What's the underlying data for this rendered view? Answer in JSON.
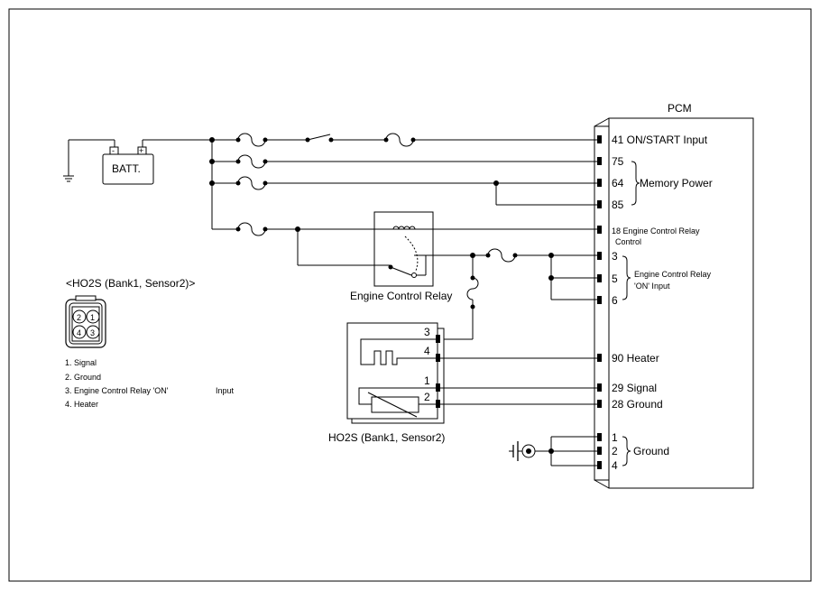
{
  "pcm": {
    "title": "PCM",
    "pins": {
      "p41": "41 ON/START Input",
      "p75": "75",
      "p64": "64",
      "p85": "85",
      "memory": "Memory Power",
      "p18a": "18 Engine Control Relay",
      "p18b": "Control",
      "p3": "3",
      "p5": "5",
      "p6": "6",
      "ecr_on_a": "Engine Control Relay",
      "ecr_on_b": "'ON' Input",
      "p90": "90 Heater",
      "p29": "29 Signal",
      "p28": "28 Ground",
      "g1": "1",
      "g2": "2",
      "g4": "4",
      "ground": "Ground"
    }
  },
  "battery": {
    "label": "BATT.",
    "neg": "-",
    "pos": "+"
  },
  "relay": {
    "label": "Engine Control Relay"
  },
  "sensor": {
    "label": "HO2S (Bank1, Sensor2)",
    "pins": {
      "s3": "3",
      "s4": "4",
      "s1": "1",
      "s2": "2"
    }
  },
  "connector": {
    "title": "<HO2S (Bank1, Sensor2)>",
    "pins": {
      "c2": "2",
      "c1": "1",
      "c4": "4",
      "c3": "3"
    },
    "legend": [
      "1.  Signal",
      "2. Ground",
      "3. Engine Control Relay 'ON'",
      "4. Heater"
    ],
    "legend_extra": "Input"
  }
}
